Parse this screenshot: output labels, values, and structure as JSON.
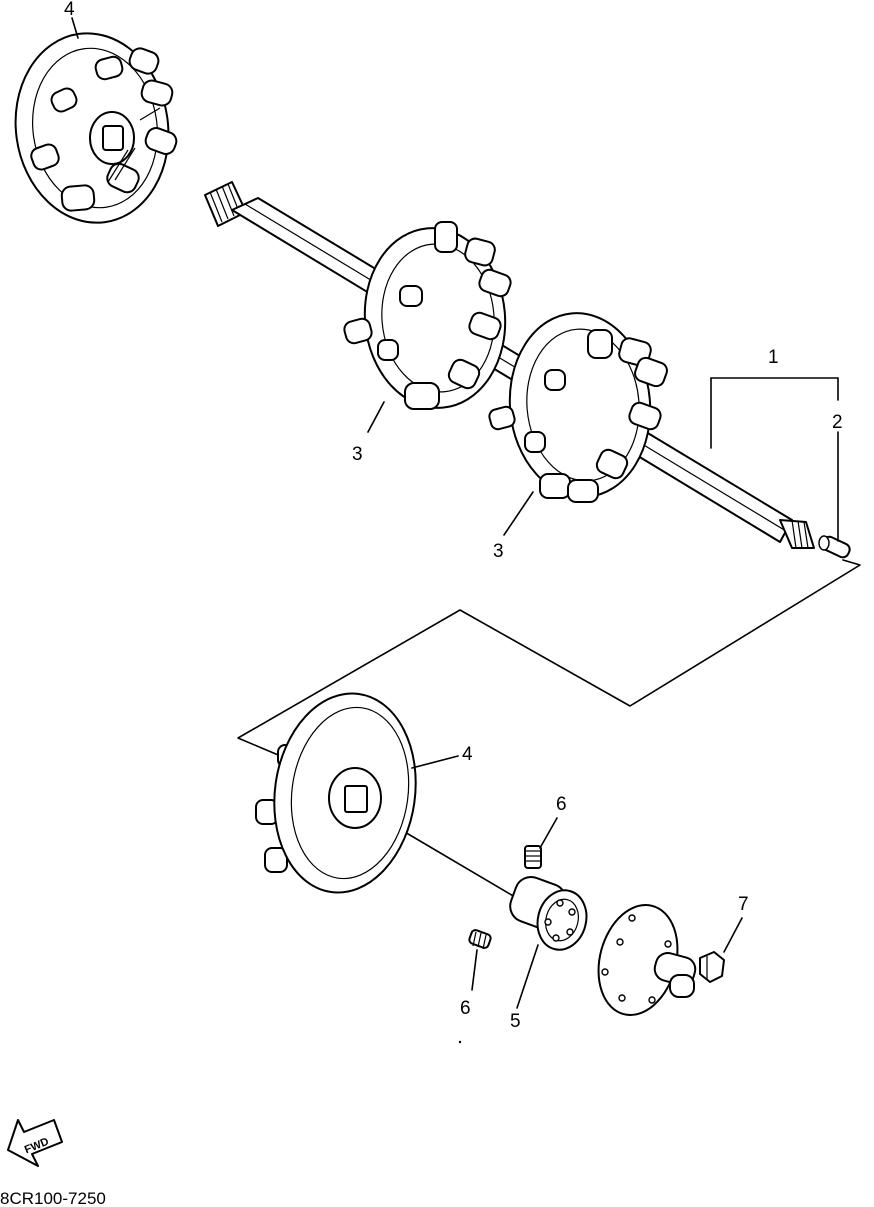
{
  "diagram_code": "8CR100-7250",
  "fwd_label": "FWD",
  "callouts": {
    "shaft": "1",
    "shaft_plug": "2",
    "sprocket_a": "3",
    "sprocket_b": "3",
    "wheel_top": "4",
    "wheel_bottom": "4",
    "bearing": "5",
    "collar_top": "6",
    "collar_left": "6",
    "nut": "7"
  }
}
